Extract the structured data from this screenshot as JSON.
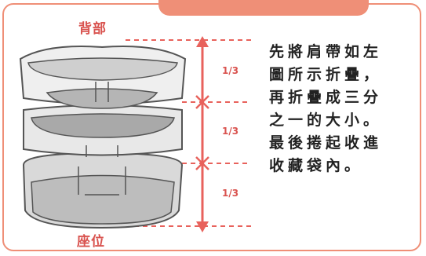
{
  "labels": {
    "back": "背部",
    "seat": "座位"
  },
  "fractions": [
    "1/3",
    "1/3",
    "1/3"
  ],
  "instruction": "先將肩帶如左\n圖所示折疊，\n再折疊成三分\n之一的大小。\n最後捲起收進\n收藏袋內。",
  "colors": {
    "accent": "#ef8f77",
    "label_red": "#d9534f",
    "dash": "#e8625c"
  }
}
